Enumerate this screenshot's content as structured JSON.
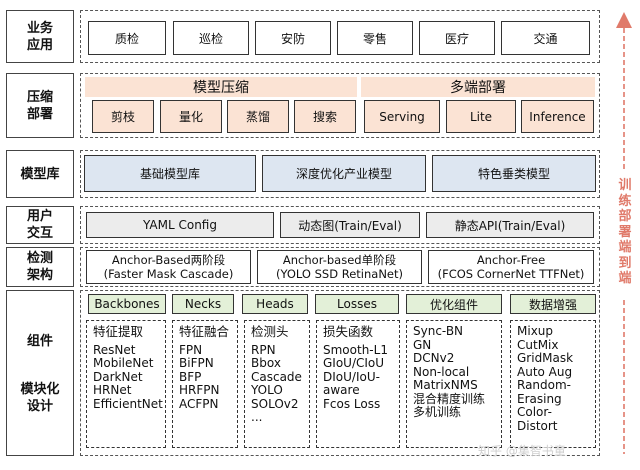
{
  "rows": {
    "business": "业务\n应用",
    "compress": "压缩\n部署",
    "model_lib": "模型库",
    "interaction": "用户\n交互",
    "detect_arch": "检测\n架构",
    "components": "组件",
    "modular": "模块化\n设计"
  },
  "business_apps": [
    "质检",
    "巡检",
    "安防",
    "零售",
    "医疗",
    "交通"
  ],
  "compress_group": {
    "title": "模型压缩",
    "items": [
      "剪枝",
      "量化",
      "蒸馏",
      "搜索"
    ]
  },
  "deploy_group": {
    "title": "多端部署",
    "items": [
      "Serving",
      "Lite",
      "Inference"
    ]
  },
  "model_libs": [
    "基础模型库",
    "深度优化产业模型",
    "特色垂类模型"
  ],
  "interaction_items": [
    "YAML Config",
    "动态图(Train/Eval)",
    "静态API(Train/Eval)"
  ],
  "architectures": [
    {
      "title": "Anchor-Based两阶段",
      "sub": "(Faster  Mask  Cascade)"
    },
    {
      "title": "Anchor-based单阶段",
      "sub": "(YOLO  SSD  RetinaNet)"
    },
    {
      "title": "Anchor-Free",
      "sub": "(FCOS CornerNet TTFNet)"
    }
  ],
  "component_headers": [
    "Backbones",
    "Necks",
    "Heads",
    "Losses",
    "优化组件",
    "数据增强"
  ],
  "component_columns": [
    {
      "title": "特征提取",
      "items": [
        "ResNet",
        "MobileNet",
        "DarkNet",
        "HRNet",
        "EfficientNet"
      ]
    },
    {
      "title": "特征融合",
      "items": [
        "FPN",
        "BiFPN",
        "BFP",
        "HRFPN",
        "ACFPN"
      ]
    },
    {
      "title": "检测头",
      "items": [
        "RPN",
        "Bbox",
        "Cascade",
        "YOLO",
        "SOLOv2",
        "..."
      ]
    },
    {
      "title": "损失函数",
      "items": [
        "Smooth-L1",
        "GIoU/CIoU",
        "DIoU/IoU-",
        "aware",
        "Fcos Loss"
      ]
    },
    {
      "title": "",
      "items": [
        "Sync-BN",
        "GN",
        "DCNv2",
        "Non-local",
        "MatrixNMS",
        "混合精度训练",
        "多机训练"
      ]
    },
    {
      "title": "",
      "items": [
        "Mixup",
        "CutMix",
        "GridMask",
        "Auto Aug",
        "Random-",
        "Erasing",
        "Color-",
        "Distort"
      ]
    }
  ],
  "side_label": "训练部署端到端",
  "watermark": "知乎 @集智书童",
  "colors": {
    "peach": "#fbe3d4",
    "blue": "#dde6f1",
    "gray": "#ececec",
    "green": "#e3f0d8",
    "arrow": "#e07a6a"
  },
  "icons": [
    "arrow-up-icon"
  ]
}
